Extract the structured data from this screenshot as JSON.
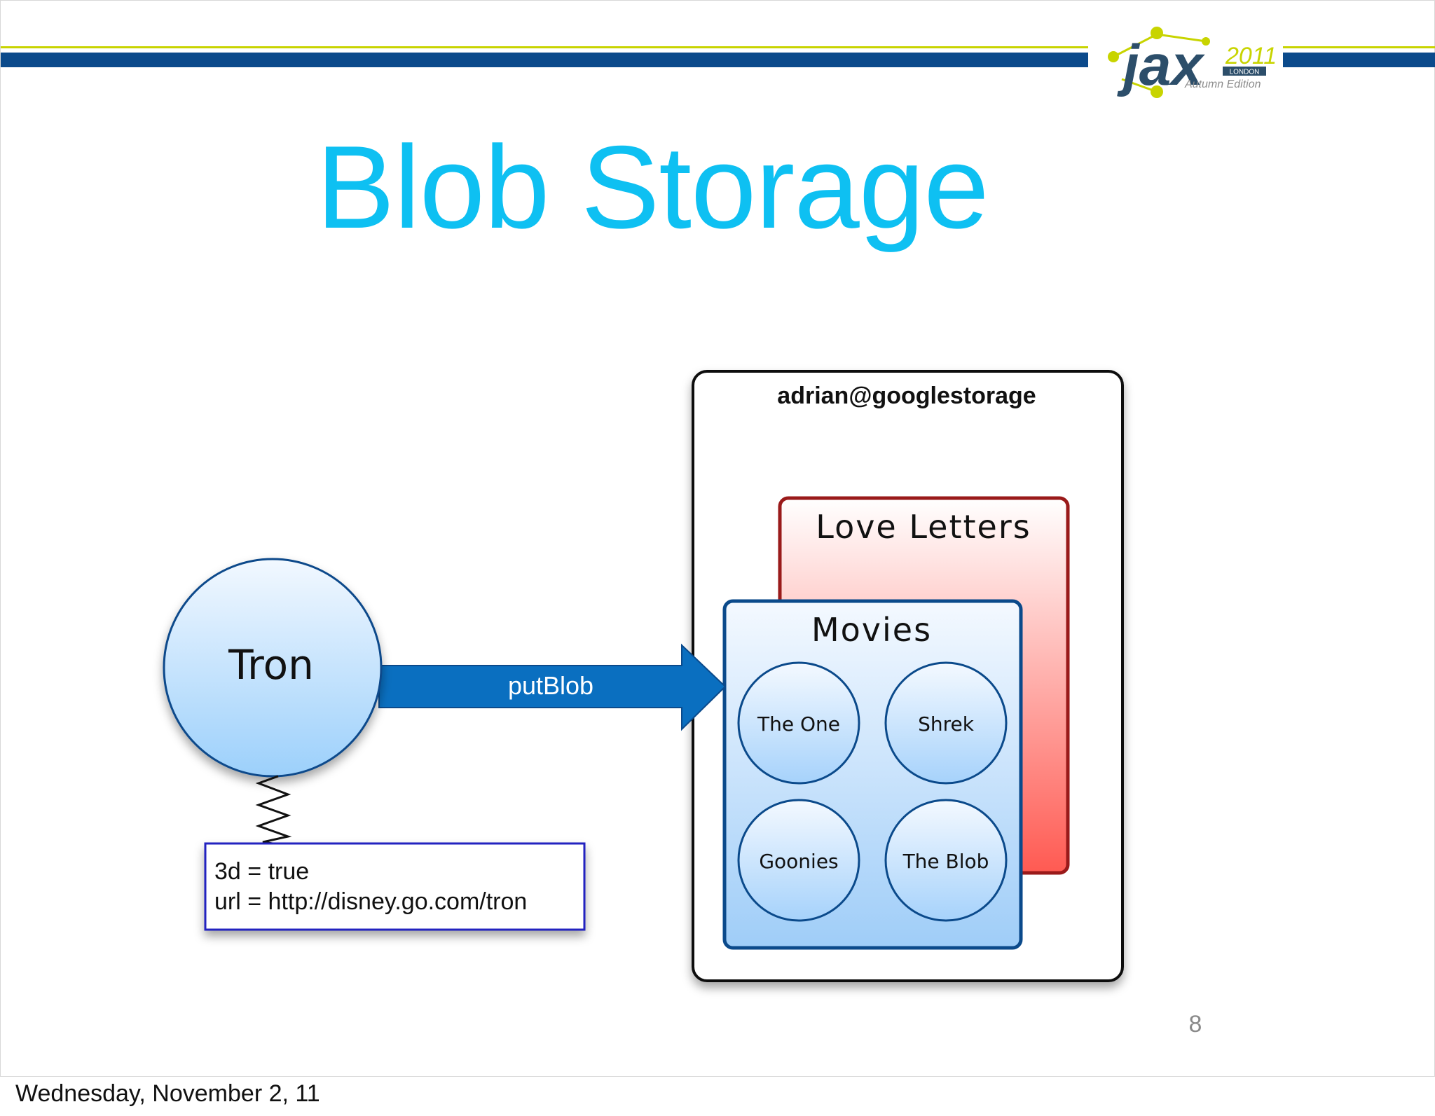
{
  "slide": {
    "title": "Blob Storage",
    "page_number": "8",
    "footer_date": "Wednesday, November 2, 11"
  },
  "logo": {
    "brand": "jax",
    "year": "2011",
    "city": "LONDON",
    "edition": "Autumn Edition"
  },
  "diagram": {
    "client": {
      "label": "Tron"
    },
    "arrow": {
      "label": "putBlob"
    },
    "metadata": {
      "lines": [
        "3d = true",
        "url = http://disney.go.com/tron"
      ]
    },
    "account": {
      "label": "adrian@googlestorage"
    },
    "buckets": [
      {
        "label": "Love Letters"
      },
      {
        "label": "Movies",
        "blobs": [
          "The One",
          "Shrek",
          "Goonies",
          "The Blob"
        ]
      }
    ]
  },
  "colors": {
    "title": "#0ec0f2",
    "header_bar": "#0b4a8b",
    "accent_line": "#c8d400",
    "arrow": "#0a6fc0",
    "love_letters_border": "#9a1a1a",
    "movies_border": "#0b4a8b"
  }
}
